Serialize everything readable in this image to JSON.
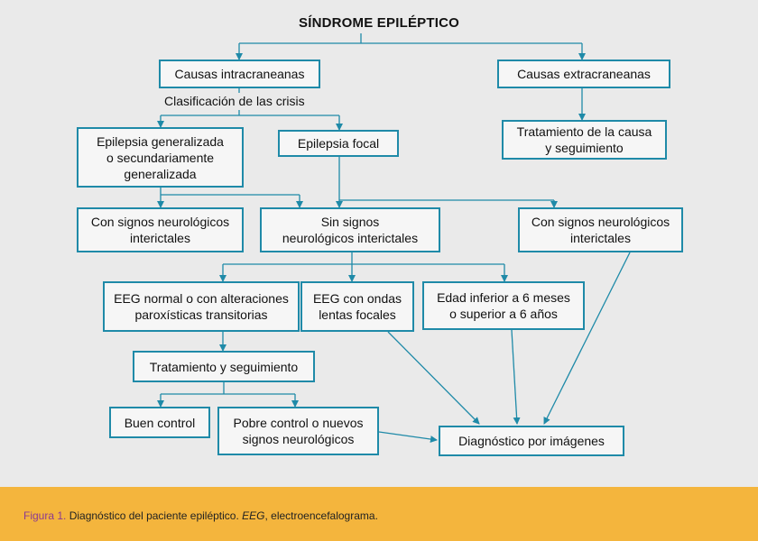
{
  "diagram": {
    "title": "SÍNDROME EPILÉPTICO",
    "classification_label": "Clasificación de las crisis",
    "nodes": {
      "causas_intra": "Causas intracraneanas",
      "causas_extra": "Causas extracraneanas",
      "tratamiento_causa": "Tratamiento de la causa\ny seguimiento",
      "epilepsia_generalizada": "Epilepsia generalizada\no secundariamente\ngeneralizada",
      "epilepsia_focal": "Epilepsia focal",
      "con_signos_1": "Con signos neurológicos\ninterictales",
      "sin_signos": "Sin signos\nneurológicos interictales",
      "con_signos_2": "Con signos neurológicos\ninterictales",
      "eeg_normal": "EEG normal o con alteraciones\nparoxísticas transitorias",
      "eeg_ondas": "EEG con ondas\nlentas focales",
      "edad": "Edad inferior a 6 meses\no superior a 6 años",
      "tratamiento_seguimiento": "Tratamiento y seguimiento",
      "buen_control": "Buen control",
      "pobre_control": "Pobre control o nuevos\nsignos neurológicos",
      "diagnostico": "Diagnóstico por imágenes"
    },
    "colors": {
      "box_border": "#1f8aa8",
      "arrow": "#1f8aa8",
      "background": "#eaeaea",
      "caption_bar": "#f4b53d",
      "caption_label": "#8b3a92"
    }
  },
  "caption": {
    "figure_label": "Figura 1.",
    "text_before": " Diagnóstico del paciente epiléptico. ",
    "abbreviation": "EEG",
    "text_after": ", electroencefalograma."
  }
}
